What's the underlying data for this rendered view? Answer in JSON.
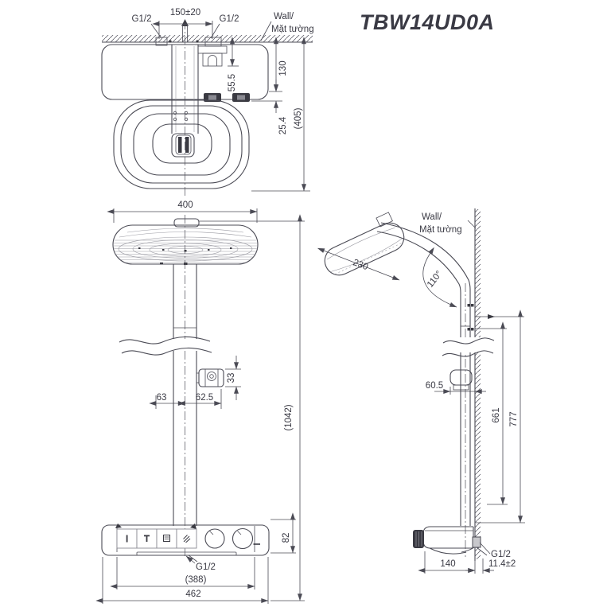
{
  "title": "TBW14UD0A",
  "colors": {
    "line": "#4b4b55",
    "text": "#3a3a44",
    "dark_fill": "#3a3a42",
    "texture": "#9a9aa2",
    "background": "#ffffff"
  },
  "top_view": {
    "dim_spacing": "150±20",
    "g12_left": "G1/2",
    "g12_right": "G1/2",
    "wall_line1": "Wall/",
    "wall_line2": "Mặt tường",
    "dim_55_5": "55.5",
    "dim_130": "130",
    "dim_25_4": "25.4",
    "dim_405": "(405)"
  },
  "front_view": {
    "dim_400": "400",
    "dim_1042": "(1042)",
    "dim_33": "33",
    "dim_63": "63",
    "dim_62_5": "62.5",
    "dim_82": "82",
    "g12_outlet": "G1/2",
    "dim_388": "(388)",
    "dim_462": "462"
  },
  "side_view": {
    "wall_line1": "Wall/",
    "wall_line2": "Mặt tường",
    "dim_230": "230",
    "angle_110": "110°",
    "dim_60_5": "60.5",
    "dim_661": "661",
    "dim_777": "777",
    "dim_140": "140",
    "dim_11_4": "11.4±2",
    "g12_inlet": "G1/2"
  }
}
